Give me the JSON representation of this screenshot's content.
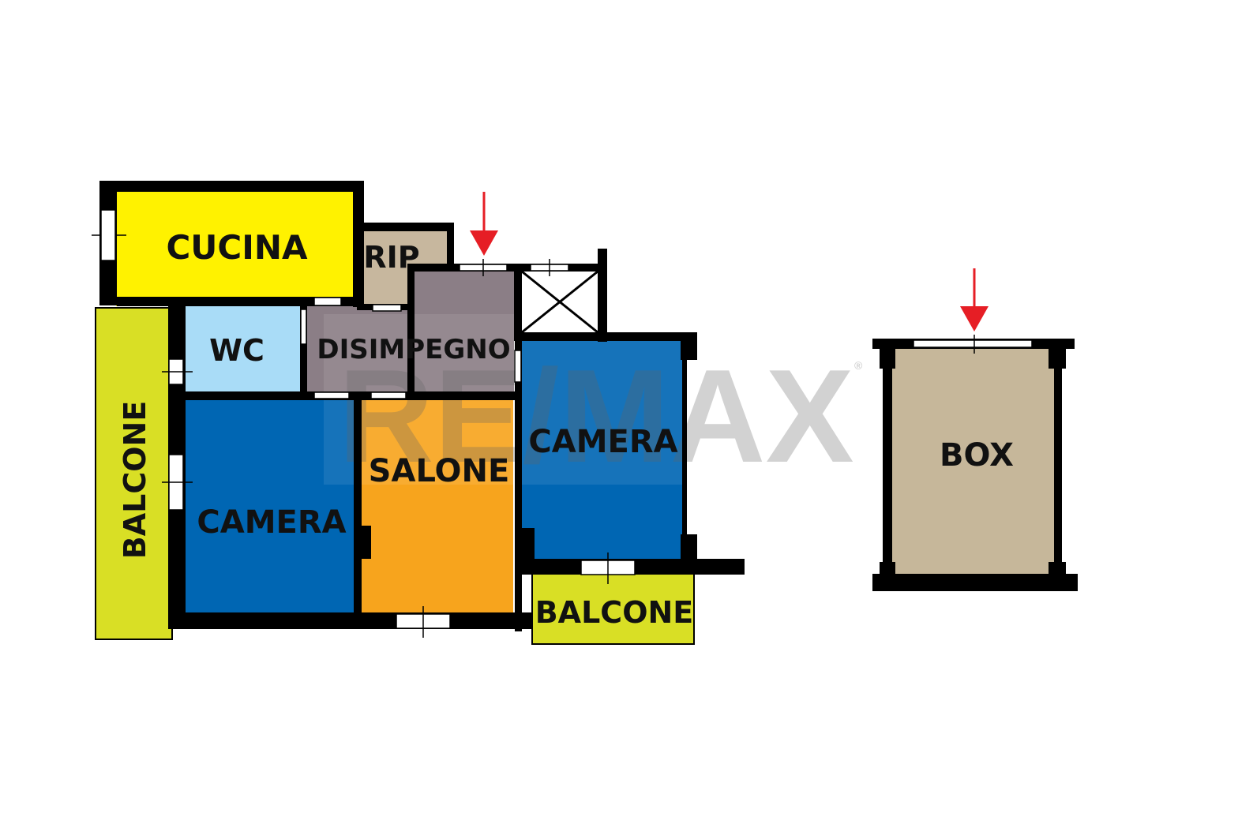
{
  "watermark": {
    "text": "RE/MAX",
    "registered": "®",
    "color": "#7f7f7f"
  },
  "colors": {
    "wall": "#000000",
    "cucina": "#fff200",
    "rip": "#c7b79e",
    "disimpegno": "#8b7e86",
    "wc": "#a9dcf7",
    "camera": "#0066b3",
    "salone": "#f7a41d",
    "balcone": "#d9df25",
    "box": "#c6b79a",
    "arrow": "#e61e25"
  },
  "rooms": {
    "cucina": "CUCINA",
    "rip": "RIP",
    "disimpegno": "DISIMPEGNO",
    "wc": "WC",
    "camera_left": "CAMERA",
    "salone": "SALONE",
    "camera_right": "CAMERA",
    "balcone_left": "BALCONE",
    "balcone_bottom": "BALCONE",
    "box": "BOX"
  },
  "markers": [
    {
      "name": "entrance-arrow",
      "icon": "arrow-down-icon"
    },
    {
      "name": "box-entrance-arrow",
      "icon": "arrow-down-icon"
    }
  ]
}
